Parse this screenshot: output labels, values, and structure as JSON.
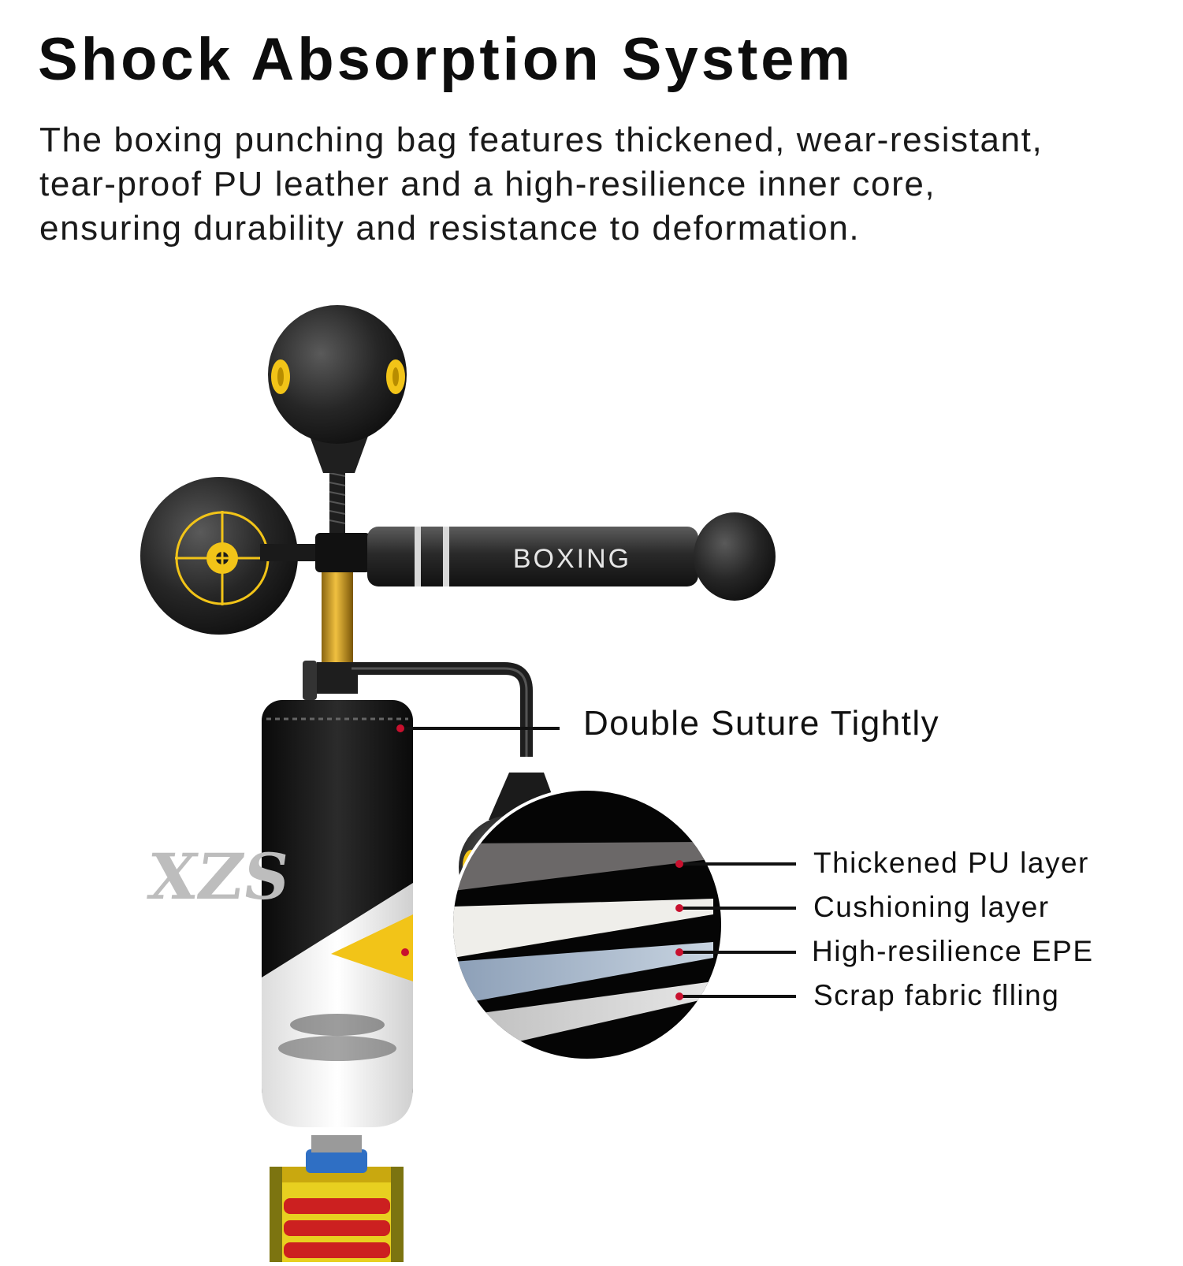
{
  "heading": {
    "title": "Shock Absorption System",
    "description_lines": [
      "The boxing punching bag features thickened, wear-resistant,",
      "tear-proof PU leather and a high-resilience inner core,",
      "ensuring durability and resistance to deformation."
    ]
  },
  "product": {
    "arm_label": "BOXING",
    "bag_logo": "XZS"
  },
  "callouts": {
    "suture": "Double Suture Tightly",
    "layers": [
      "Thickened PU layer",
      "Cushioning layer",
      "High-resilience EPE",
      "Scrap fabric flling"
    ]
  },
  "colors": {
    "accent_yellow": "#f2c418",
    "marker_red": "#c8102e",
    "product_black": "#1b1b1b",
    "pole_gold": "#d4a017",
    "spring_red": "#cc2020",
    "base_blue": "#2f6fc4"
  }
}
